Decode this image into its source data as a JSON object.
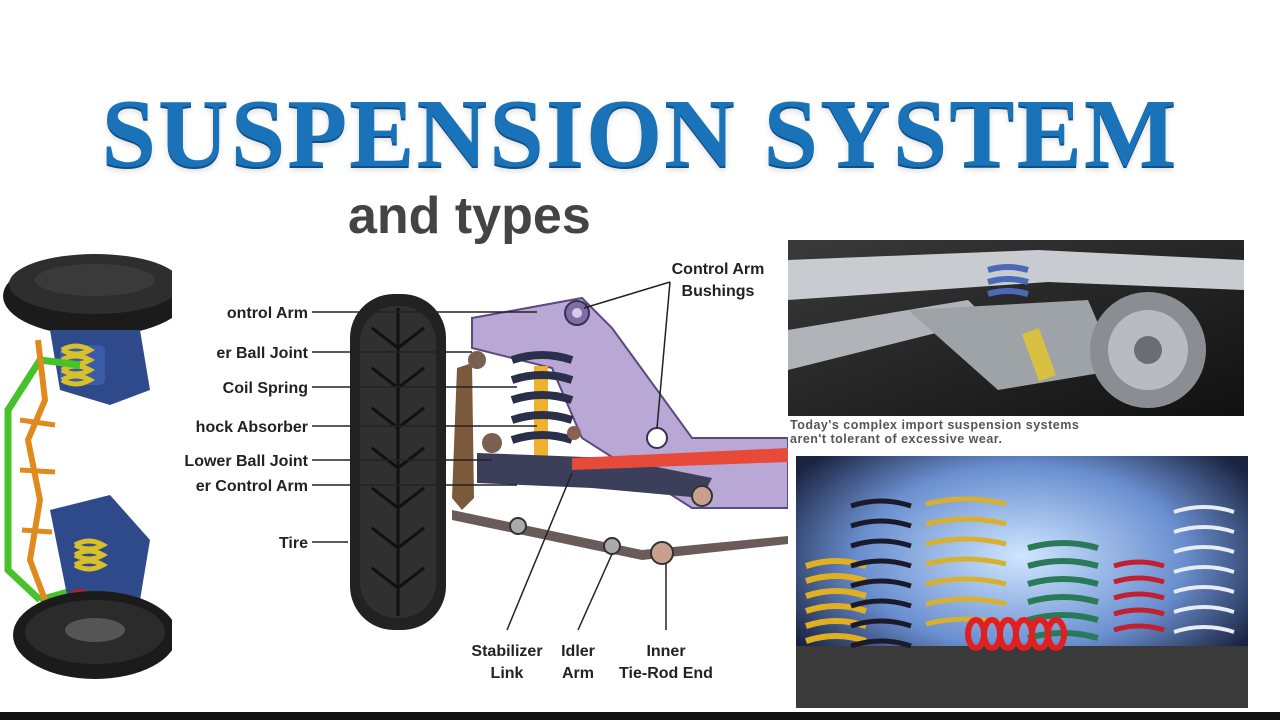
{
  "title": "SUSPENSION SYSTEM",
  "subtitle": "and types",
  "diagram": {
    "labels_left": [
      "ontrol Arm",
      "er Ball Joint",
      "Coil Spring",
      "hock Absorber",
      "Lower Ball Joint",
      "er Control Arm",
      "Tire"
    ],
    "labels_top_right": [
      "Control Arm",
      "Bushings"
    ],
    "labels_bottom": {
      "stabilizer": [
        "Stabilizer",
        "Link"
      ],
      "idler": [
        "Idler",
        "Arm"
      ],
      "tierod": [
        "Inner",
        "Tie-Rod End"
      ]
    }
  },
  "photo_caption": {
    "line1": "Today's complex import suspension systems",
    "line2": "aren't tolerant of excessive wear."
  }
}
